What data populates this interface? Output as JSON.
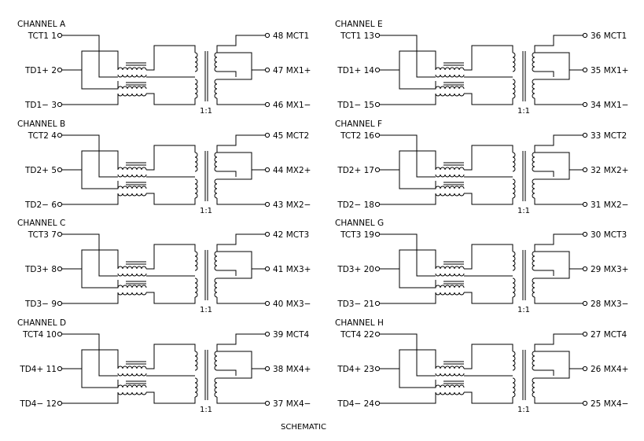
{
  "caption": "SCHEMATIC",
  "ratio_label": "1:1",
  "line_color": "#000000",
  "channels": [
    {
      "name": "CHANNEL A",
      "pins": [
        "TCT1  1",
        "TD1+  2",
        "TD1−  3"
      ],
      "right_pins": [
        "48  MCT1",
        "47  MX1+",
        "46  MX1−"
      ]
    },
    {
      "name": "CHANNEL B",
      "pins": [
        "TCT2  4",
        "TD2+  5",
        "TD2−  6"
      ],
      "right_pins": [
        "45  MCT2",
        "44  MX2+",
        "43  MX2−"
      ]
    },
    {
      "name": "CHANNEL C",
      "pins": [
        "TCT3  7",
        "TD3+  8",
        "TD3−  9"
      ],
      "right_pins": [
        "42  MCT3",
        "41  MX3+",
        "40  MX3−"
      ]
    },
    {
      "name": "CHANNEL D",
      "pins": [
        "TCT4  10",
        "TD4+  11",
        "TD4−  12"
      ],
      "right_pins": [
        "39  MCT4",
        "38  MX4+",
        "37  MX4−"
      ]
    },
    {
      "name": "CHANNEL E",
      "pins": [
        "TCT1  13",
        "TD1+  14",
        "TD1−  15"
      ],
      "right_pins": [
        "36  MCT1",
        "35  MX1+",
        "34  MX1−"
      ]
    },
    {
      "name": "CHANNEL F",
      "pins": [
        "TCT2  16",
        "TD2+  17",
        "TD2−  18"
      ],
      "right_pins": [
        "33  MCT2",
        "32  MX2+",
        "31  MX2−"
      ]
    },
    {
      "name": "CHANNEL G",
      "pins": [
        "TCT3  19",
        "TD3+  20",
        "TD3−  21"
      ],
      "right_pins": [
        "30  MCT3",
        "29  MX3+",
        "28  MX3−"
      ]
    },
    {
      "name": "CHANNEL H",
      "pins": [
        "TCT4  22",
        "TD4+  23",
        "TD4−  24"
      ],
      "right_pins": [
        "27  MCT4",
        "26  MX4+",
        "25  MX4−"
      ]
    }
  ]
}
